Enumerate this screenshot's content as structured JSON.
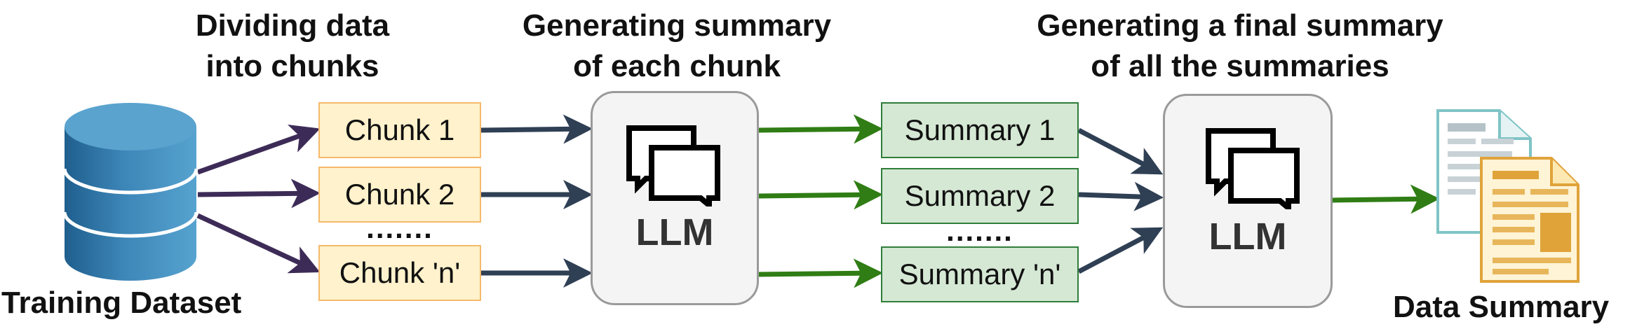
{
  "headings": {
    "chunking": [
      "Dividing data",
      "into chunks"
    ],
    "per_chunk_summary": [
      "Generating summary",
      "of each chunk"
    ],
    "final_summary": [
      "Generating a final summary",
      "of all the summaries"
    ]
  },
  "source": {
    "label": "Training Dataset",
    "icon": "database-icon"
  },
  "chunks": [
    "Chunk 1",
    "Chunk 2",
    "Chunk 'n'"
  ],
  "chunk_ellipsis": ".......",
  "llm_stages": [
    {
      "label": "LLM",
      "icon": "chat-bubbles-icon"
    },
    {
      "label": "LLM",
      "icon": "chat-bubbles-icon"
    }
  ],
  "summaries": [
    "Summary 1",
    "Summary 2",
    "Summary 'n'"
  ],
  "summary_ellipsis": ".......",
  "output": {
    "label": "Data Summary",
    "icon": "documents-icon"
  },
  "colors": {
    "dataset_arrow": "#3d2b57",
    "chunk_arrow": "#2f3f54",
    "summary_arrow": "#2f7d14",
    "chunk_fill": "#fff2cc",
    "chunk_border": "#f5b96b",
    "summary_fill": "#d5e8d4",
    "summary_border": "#2f7d3b",
    "llm_fill": "#f4f4f4",
    "llm_border": "#9a9a9a",
    "database_blue": "#3d86b8"
  }
}
